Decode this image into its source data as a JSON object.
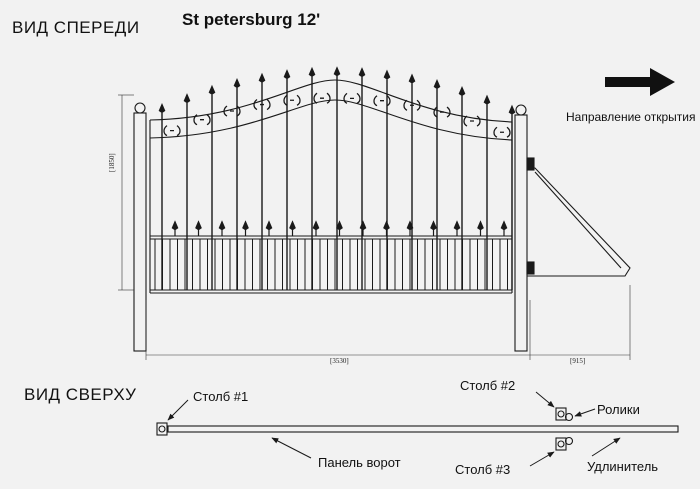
{
  "front_view": {
    "title": "ВИД СПЕРЕДИ",
    "model": "St petersburg 12'",
    "direction_label": "Направление открытия",
    "height_dim": "[1850]",
    "width_dim": "[3530]",
    "extension_dim": "[915]"
  },
  "top_view": {
    "title": "ВИД СВЕРХУ",
    "post1": "Столб #1",
    "post2": "Столб #2",
    "post3": "Столб #3",
    "rollers": "Ролики",
    "panel": "Панель ворот",
    "extension": "Удлинитель"
  },
  "colors": {
    "ink": "#1a1a1a",
    "background": "#f2f2f2"
  }
}
